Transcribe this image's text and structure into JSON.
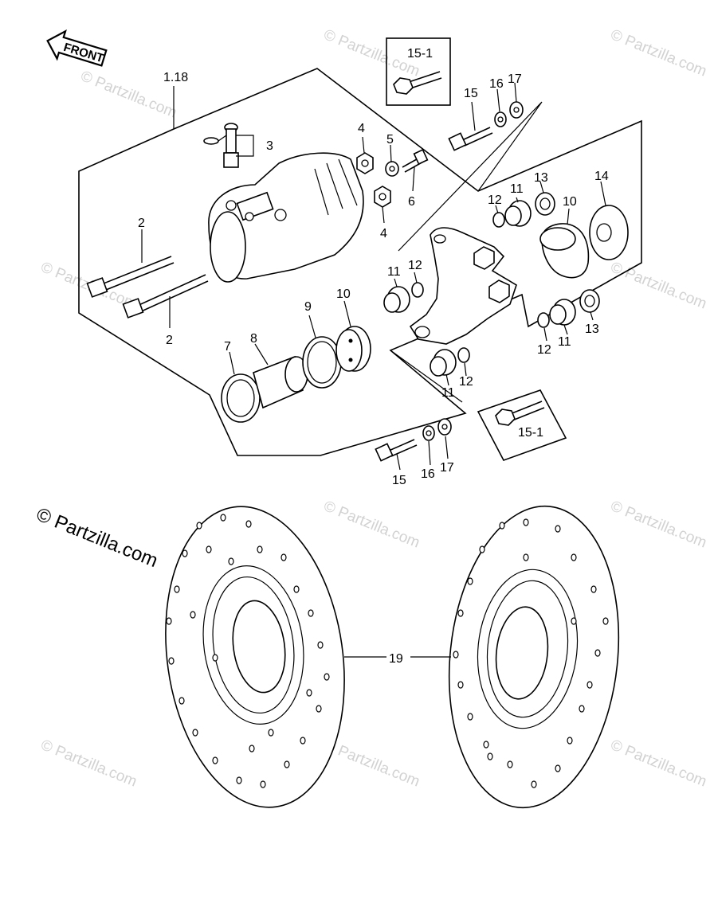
{
  "diagram": {
    "front_arrow_label": "FRONT",
    "copyright": "© Partzilla.com",
    "watermark": "© Partzilla.com",
    "callouts": {
      "c1_18": "1.18",
      "c2_a": "2",
      "c2_b": "2",
      "c3": "3",
      "c4_a": "4",
      "c4_b": "4",
      "c5": "5",
      "c6": "6",
      "c7": "7",
      "c8": "8",
      "c9": "9",
      "c10_a": "10",
      "c10_b": "10",
      "c11_a": "11",
      "c11_b": "11",
      "c11_c": "11",
      "c11_d": "11",
      "c12_a": "12",
      "c12_b": "12",
      "c12_c": "12",
      "c12_d": "12",
      "c13_a": "13",
      "c13_b": "13",
      "c14": "14",
      "c15_a": "15",
      "c15_b": "15",
      "c15_1_a": "15-1",
      "c15_1_b": "15-1",
      "c16_a": "16",
      "c16_b": "16",
      "c17_a": "17",
      "c17_b": "17",
      "c19": "19"
    }
  }
}
